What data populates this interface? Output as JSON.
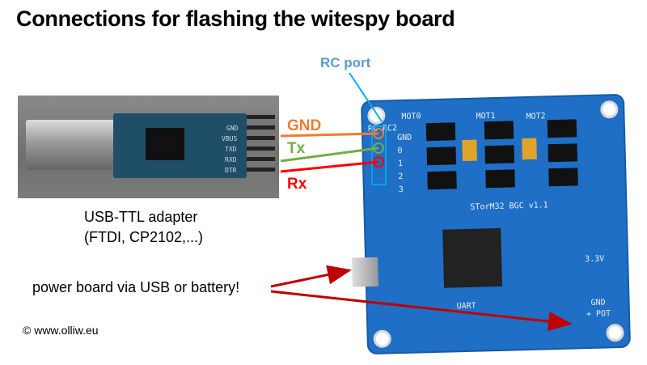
{
  "title": "Connections for flashing the witespy board",
  "labels": {
    "rc_port": "RC port",
    "gnd": "GND",
    "tx": "Tx",
    "rx": "Rx"
  },
  "adapter_caption": [
    "USB-TTL adapter",
    "(FTDI, CP2102,...)"
  ],
  "power_note": "power board via USB or battery!",
  "copyright": "© www.olliw.eu",
  "photo_labels": {
    "adapter_pins": [
      "GND",
      "VBUS",
      "TXD",
      "RXD",
      "DTR"
    ],
    "board": [
      "MOT0",
      "MOT1",
      "MOT2",
      "RC RC2",
      "GND",
      "0",
      "1",
      "2",
      "3",
      "STorM32 BGC v1.1",
      "UART",
      "3.3V",
      "GND",
      "+ POT"
    ]
  },
  "colors": {
    "rc_port": "#5b9bd5",
    "gnd": "#ed7d31",
    "tx": "#70ad47",
    "rx": "#ff0000",
    "arrow": "#c00000",
    "board": "#1f6fc6"
  }
}
